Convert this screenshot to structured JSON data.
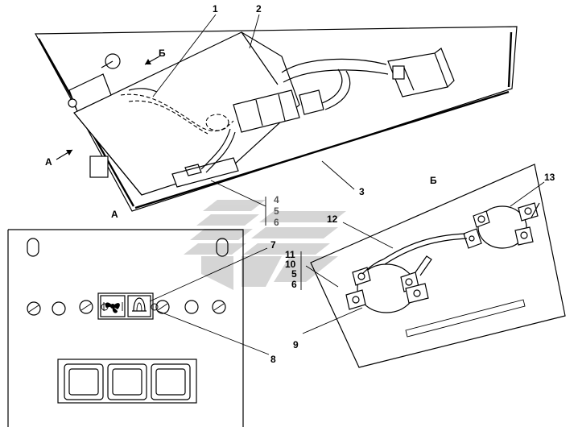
{
  "title": "",
  "view_labels": {
    "view_a_arrow": "А",
    "view_b_arrow": "Б",
    "view_a_caption": "А",
    "view_b_caption": "Б"
  },
  "callouts": {
    "c1": "1",
    "c2": "2",
    "c3": "3",
    "c7": "7",
    "c8": "8",
    "c9": "9",
    "c12": "12",
    "c13": "13"
  },
  "stack_a": [
    "4",
    "5",
    "6"
  ],
  "stack_b": [
    "11",
    "10",
    "5",
    "6"
  ],
  "icons": [
    "fan-icon",
    "heater-icon"
  ],
  "colors": {
    "line": "#000000",
    "background": "#ffffff",
    "watermark": "#c8c8c8",
    "stack_text_a": "#555555"
  }
}
